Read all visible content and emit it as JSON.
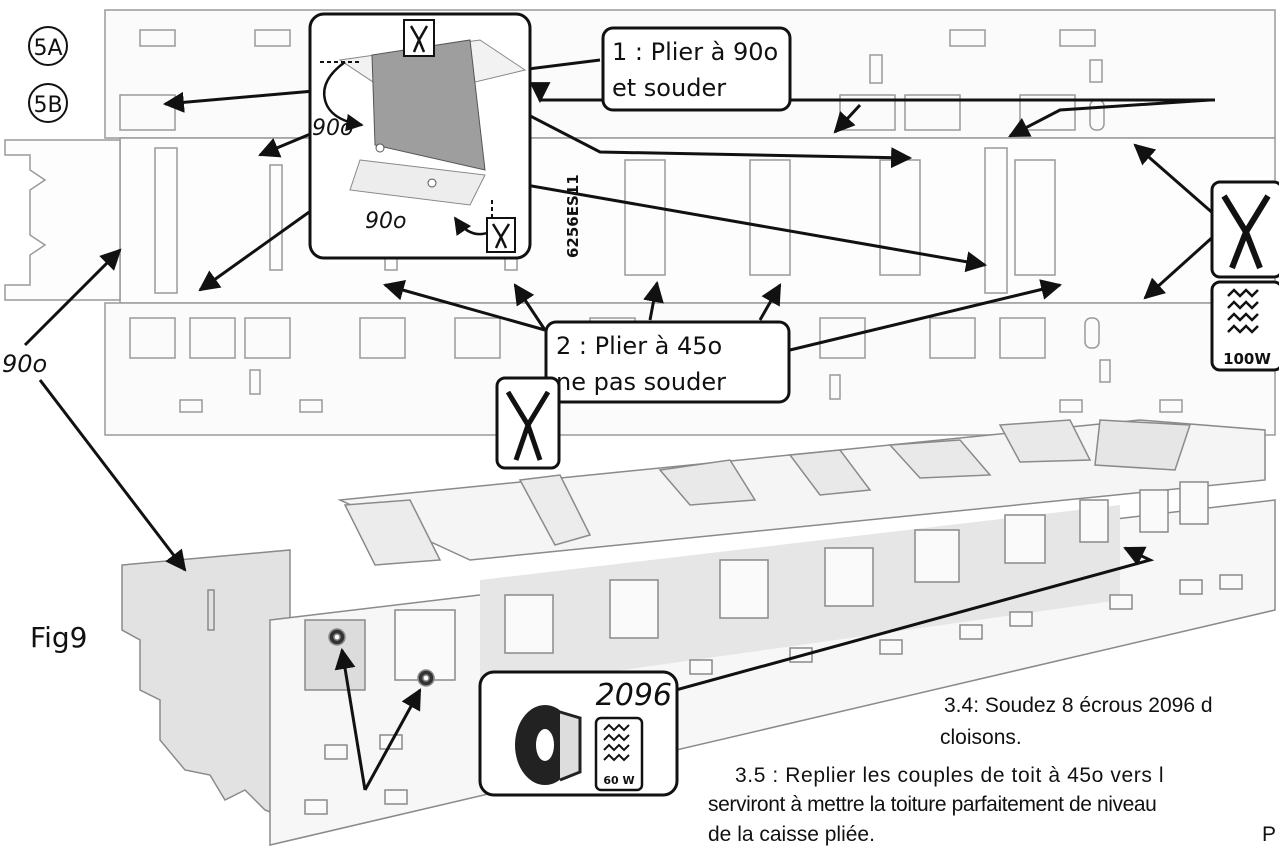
{
  "labels": {
    "label_5a": "5A",
    "label_5b": "5B",
    "step1_line1": "1 : Plier à 90o",
    "step1_line2": "et souder",
    "step2_line1": "2 : Plier à 45o",
    "step2_line2": "ne pas souder",
    "angle_90_top": "90o",
    "angle_90_mid": "90o",
    "angle_90_left": "90o",
    "part_code": "6256ES11",
    "fig_label": "Fig9",
    "nut_code": "2096",
    "power_100": "100W",
    "power_60": "60 W"
  },
  "text": {
    "line1": "3.4: Soudez 8 écrous 2096 d",
    "line2": "cloisons.",
    "line3": "3.5 : Replier les couples de toit à 45o vers l",
    "line4": "serviront à mettre la toiture parfaitement de niveau",
    "line5": "de la caisse pliée.",
    "line5_tail": "P"
  },
  "icons": {
    "pliers": "pliers-icon",
    "iron": "soldering-heat-icon",
    "nut": "nut-icon"
  }
}
